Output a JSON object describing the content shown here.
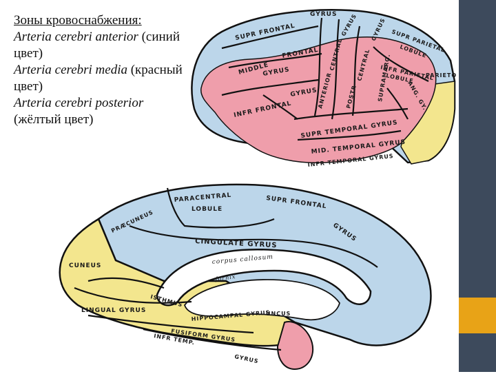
{
  "caption": {
    "title": "Зоны кровоснабжения:",
    "items": [
      {
        "latin": "Arteria cerebri anterior",
        "color_label": "(синий цвет)"
      },
      {
        "latin": "Arteria cerebri media",
        "color_label": "(красный цвет)"
      },
      {
        "latin": "Arteria cerebri posterior",
        "color_label": "(жёлтый цвет)"
      }
    ]
  },
  "colors": {
    "anterior_blue": "#bcd6ea",
    "media_red": "#ef9eab",
    "posterior_yellow": "#f3e68e",
    "sidebar": "#3d4a5c",
    "accent": "#e8a317"
  },
  "lateral_labels": {
    "gyrus_top": "GYRUS",
    "sup_frontal": "SUPR FRONTAL",
    "middle": "MIDDLE",
    "frontal": "FRONTAL",
    "gyrus_mid": "GYRUS",
    "inf_frontal": "INFR FRONTAL",
    "gyrus_inf": "GYRUS",
    "anterior": "ANTERIOR",
    "central": "CENTRAL",
    "gyrus_ac": "GYRUS",
    "post": "POSTR",
    "central2": "CENTRAL",
    "gyrus_pc": "GYRUS",
    "sup_parietal": "SUPR PARIETAL",
    "lobule": "LOBULE",
    "inf_parietal": "INFR PARIETAL",
    "lobule2": "LOBULE",
    "supramarg": "SUPRAMARG.",
    "ang": "ANG. GY.",
    "parieto_occ": "PARIETO-OCC.",
    "sup_temporal": "SUPR TEMPORAL GYRUS",
    "mid_temporal": "MID. TEMPORAL GYRUS",
    "inf_temporal": "INFR TEMPORAL GYRUS"
  },
  "medial_labels": {
    "paracentral": "PARACENTRAL",
    "lobule": "LOBULE",
    "sup_frontal": "SUPR FRONTAL",
    "gyrus_sf": "GYRUS",
    "praecuneus": "PRÆCUNEUS",
    "cingulate": "CINGULATE GYRUS",
    "corpus_callosum": "corpus callosum",
    "fornix": "fornix",
    "cuneus": "CUNEUS",
    "isthmus": "ISTHMUS",
    "lingual": "LINGUAL GYRUS",
    "uncus": "UNCUS",
    "hippocampal": "HIPPOCAMPAL GYRUS",
    "fusiform": "FUSIFORM GYRUS",
    "inf_temp": "INFR TEMP.",
    "gyrus_it": "GYRUS"
  }
}
